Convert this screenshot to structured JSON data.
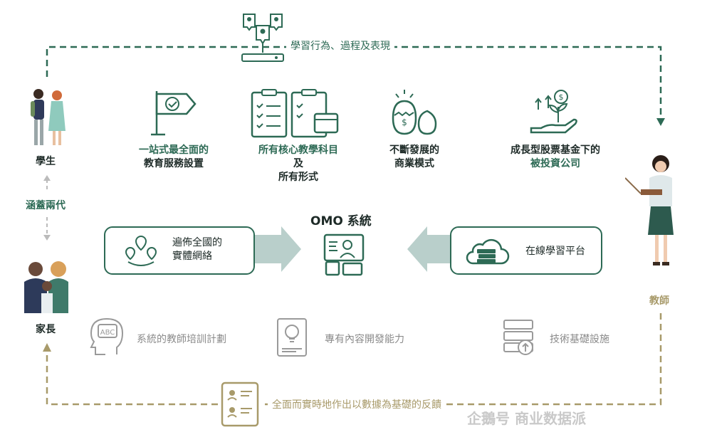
{
  "top_flow": {
    "label": "學習行為、過程及表現"
  },
  "bottom_flow": {
    "label": "全面而實時地作出以數據為基礎的反饋"
  },
  "roles": {
    "student": "學生",
    "parent": "家長",
    "teacher": "教師",
    "span_label": "涵蓋兩代"
  },
  "features": [
    {
      "line1": "一站式最全面的",
      "line2": "教育服務設置",
      "line3": ""
    },
    {
      "line1": "所有核心教學科目",
      "line2": "及",
      "line3": "所有形式"
    },
    {
      "line1": "不斷發展的",
      "line2": "商業模式",
      "line3": ""
    },
    {
      "line1": "成長型股票基金下的",
      "line2": "被投資公司",
      "line3": ""
    }
  ],
  "center": {
    "title": "OMO 系統",
    "left_box": {
      "line1": "遍佈全國的",
      "line2": "實體網絡"
    },
    "right_box": {
      "label": "在線學習平台"
    }
  },
  "support": [
    {
      "label": "系統的教師培訓計劃",
      "icon": "abc-head-icon"
    },
    {
      "label": "專有內容開發能力",
      "icon": "lightbulb-book-icon"
    },
    {
      "label": "技術基礎設施",
      "icon": "server-upload-icon"
    }
  ],
  "watermark": {
    "text": "企鵝号 商业数据派"
  },
  "colors": {
    "green": "#2d6a55",
    "gold": "#a89a6a",
    "gray": "#9a9a9a"
  }
}
